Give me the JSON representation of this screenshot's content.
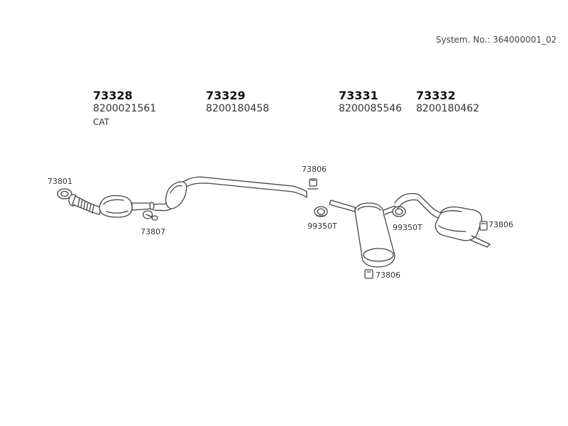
{
  "system_number": "System. No.: 364000001_02",
  "parts": [
    {
      "part": "73328",
      "oe": "8200021561",
      "note": "CAT"
    },
    {
      "part": "73329",
      "oe": "8200180458"
    },
    {
      "part": "73331",
      "oe": "8200085546"
    },
    {
      "part": "73332",
      "oe": "8200180462"
    }
  ],
  "callouts": {
    "gasket": "73801",
    "clamp_front": "73807",
    "hanger_mid": "73806",
    "clamp_left": "99350T",
    "clamp_right": "99350T",
    "hanger_middle_muffler": "73806",
    "hanger_rear": "73806"
  }
}
